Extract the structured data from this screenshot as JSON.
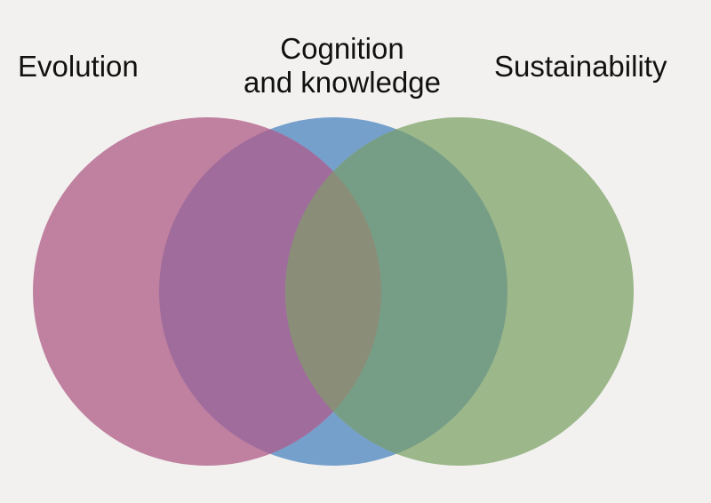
{
  "diagram": {
    "type": "venn",
    "sets": [
      {
        "id": "evolution",
        "label": "Evolution",
        "color": "#c080a0"
      },
      {
        "id": "cognition",
        "label_lines": [
          "Cognition",
          "and knowledge"
        ],
        "color": "#76a0cc"
      },
      {
        "id": "sustainability",
        "label": "Sustainability",
        "color": "#9cb78a"
      }
    ],
    "overlap_colors": {
      "evolution_cognition": "#a06c9c",
      "cognition_sustainability": "#769e86",
      "all_three": "#8a8e78"
    },
    "background": "#f2f1ef"
  }
}
